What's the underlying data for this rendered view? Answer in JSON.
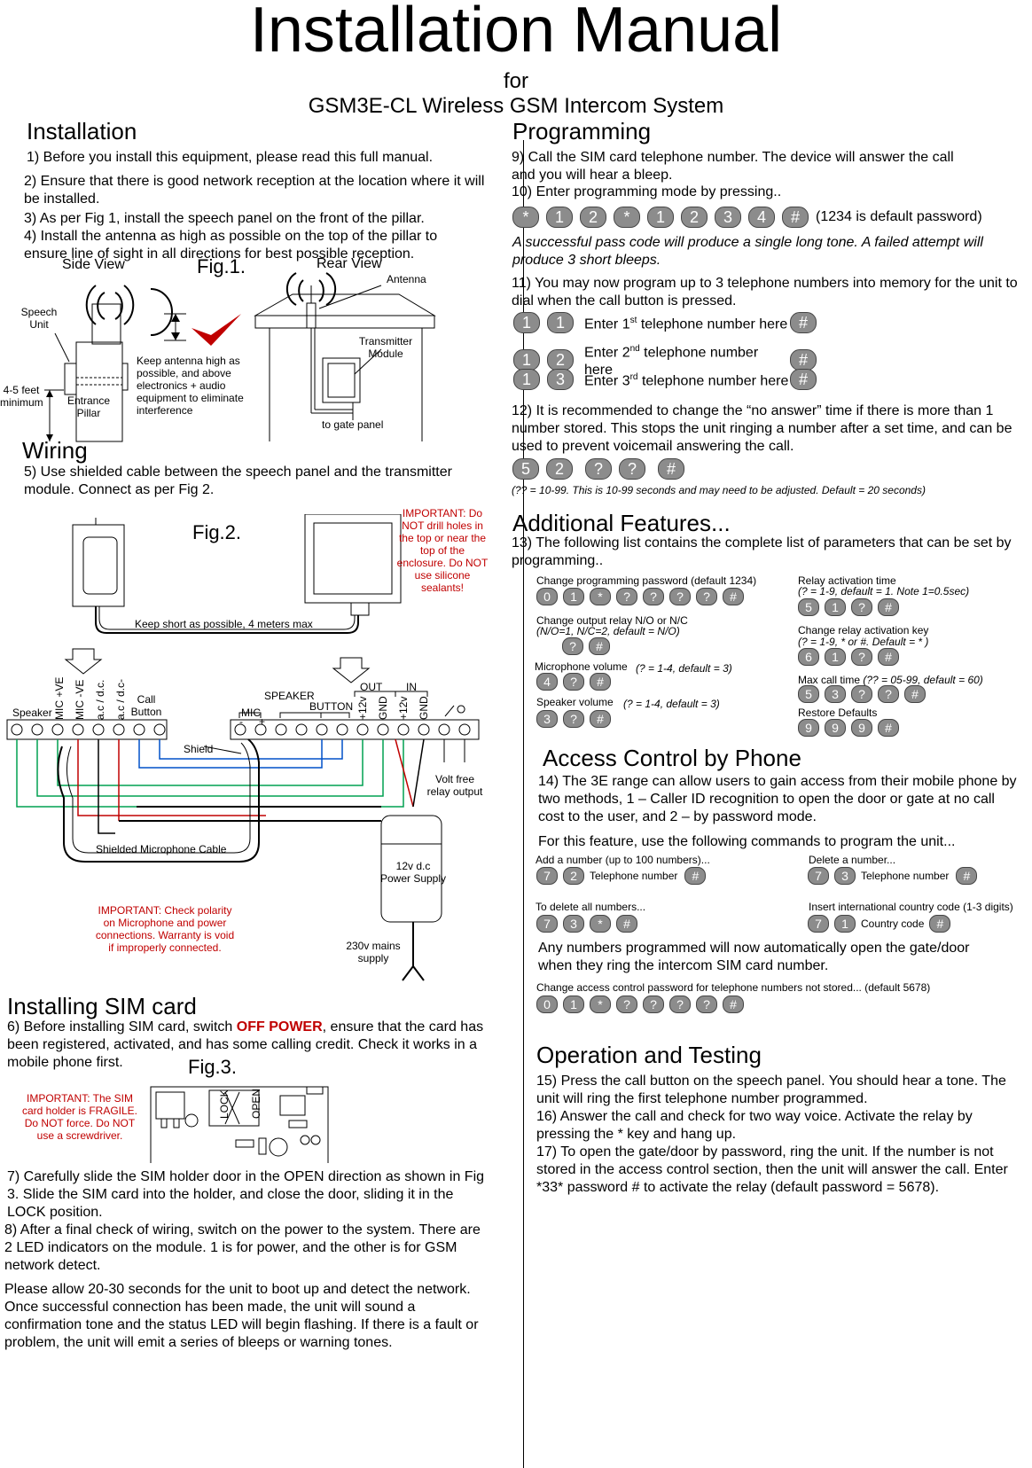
{
  "header": {
    "title": "Installation Manual",
    "for": "for",
    "subtitle": "GSM3E-CL Wireless GSM Intercom System"
  },
  "installation": {
    "heading": "Installation",
    "s1": "1) Before you install this equipment, please read this full manual.",
    "s2": "2) Ensure that there is good network reception at the location where it will be installed.",
    "s3": "3) As per Fig 1, install the speech panel on the front of the pillar.",
    "s4": "4) Install the antenna as high as possible on the top of the pillar to ensure line of sight in all directions for best possible reception."
  },
  "fig1": {
    "label": "Fig.1.",
    "side_view": "Side View",
    "rear_view": "Rear View",
    "antenna": "Antenna",
    "speech_unit": "Speech Unit",
    "entrance_pillar": "Entrance Pillar",
    "height": "4-5 feet minimum",
    "keep_high": "Keep antenna high as possible, and above electronics + audio equipment to eliminate interference",
    "transmitter": "Transmitter Module",
    "to_gate": "to gate panel"
  },
  "wiring": {
    "heading": "Wiring",
    "s5": "5) Use shielded cable between the speech panel and the transmitter module. Connect as per Fig 2."
  },
  "fig2": {
    "label": "Fig.2.",
    "important_top": "IMPORTANT: Do NOT drill holes in the top or near the top of the enclosure. Do NOT use silicone sealants!",
    "keep_short": "Keep short as possible, 4 meters max",
    "speaker": "Speaker",
    "mic_pos": "MIC +VE",
    "mic_neg": "MIC -VE",
    "acdc1": "a.c / d.c.",
    "acdc2": "a.c / d.c-",
    "call_button": "Call Button",
    "mic": "MIC",
    "speaker_lbl": "SPEAKER",
    "button_lbl": "BUTTON",
    "out": "OUT",
    "in": "IN",
    "p12v1": "+12v",
    "gnd1": "GND",
    "p12v2": "+12v",
    "gnd2": "GND",
    "minus": "-",
    "plus": "+",
    "shield": "Shield",
    "volt_free": "Volt free relay output",
    "shielded_cable": "Shielded Microphone Cable",
    "power_supply": "12v d.c Power Supply",
    "mains": "230v mains supply",
    "important_bottom": "IMPORTANT: Check polarity on Microphone and power connections. Warranty is void if improperly connected."
  },
  "sim": {
    "heading": "Installing SIM card",
    "s6_pre": "6) Before installing SIM card, switch ",
    "s6_bold": "OFF POWER",
    "s6_post": ", ensure that the card has been registered, activated, and has some calling credit. Check it works in a mobile phone first.",
    "fig3": "Fig.3.",
    "important": "IMPORTANT: The SIM card holder is FRAGILE. Do NOT force. Do NOT use a screwdriver.",
    "lock": "LOCK",
    "open": "OPEN",
    "s7": "7) Carefully slide the SIM holder door in the OPEN direction as shown in Fig 3. Slide the SIM card into the holder, and close the door, sliding it in the LOCK position.",
    "s8": "8) After a final check of wiring, switch on the power to the system. There are 2 LED indicators on the module. 1 is for power, and the other is for GSM network detect.",
    "p_final": "Please allow 20-30 seconds for the unit to boot up and detect the network. Once successful connection has been made, the unit will sound a confirmation tone and the status LED will begin flashing. If there is a fault or problem, the unit will emit a series of bleeps or warning tones."
  },
  "programming": {
    "heading": "Programming",
    "s9": "9) Call the SIM card telephone number. The device will answer the call and you will hear a bleep.",
    "s10": "10) Enter programming mode by pressing..",
    "keys_prog": [
      "*",
      "1",
      "2",
      "*",
      "1",
      "2",
      "3",
      "4",
      "#"
    ],
    "default_pw": "(1234 is default password)",
    "passnote": "A successful pass code will produce a single long tone. A failed attempt will produce 3 short bleeps.",
    "s11": "11) You may now program up to 3 telephone numbers into memory for the unit to dial when the call button is pressed.",
    "entries": [
      {
        "k1": "1",
        "k2": "1",
        "pre": "Enter 1",
        "sup": "st",
        "post": " telephone number here",
        "end": "#"
      },
      {
        "k1": "1",
        "k2": "2",
        "pre": "Enter 2",
        "sup": "nd",
        "post": " telephone number here",
        "end": "#"
      },
      {
        "k1": "1",
        "k2": "3",
        "pre": "Enter 3",
        "sup": "rd",
        "post": " telephone number here",
        "end": "#"
      }
    ],
    "s12": "12) It is recommended to change the “no answer” time if there is more than 1 number stored. This stops the unit ringing a number after a set time, and can be used to prevent voicemail answering the call.",
    "keys_noanswer": [
      "5",
      "2",
      "?",
      "?",
      "#"
    ],
    "noanswer_note": "(?? = 10-99. This is 10-99 seconds and may need to be adjusted. Default = 20 seconds)"
  },
  "additional": {
    "heading": "Additional Features...",
    "s13": "13) The following list contains the complete list of parameters that can be set by programming..",
    "change_pw": "Change programming password (default 1234)",
    "keys_change_pw": [
      "0",
      "1",
      "*",
      "?",
      "?",
      "?",
      "?",
      "#"
    ],
    "relay_nonc": "Change output relay N/O or N/C",
    "relay_nonc_note": "(N/O=1, N/C=2, default = N/O)",
    "keys_relay_nonc": [
      "?",
      "#"
    ],
    "mic_vol": "Microphone volume",
    "mic_vol_note": "(? = 1-4, default = 3)",
    "keys_mic": [
      "4",
      "?",
      "#"
    ],
    "spk_vol": "Speaker volume",
    "spk_vol_note": "(? = 1-4, default = 3)",
    "keys_spk": [
      "3",
      "?",
      "#"
    ],
    "relay_time": "Relay activation time",
    "relay_time_note": "(? = 1-9, default = 1. Note 1=0.5sec)",
    "keys_relay_time": [
      "5",
      "1",
      "?",
      "#"
    ],
    "relay_key": "Change relay activation key",
    "relay_key_note": "(? = 1-9, * or #. Default = * )",
    "keys_relay_key": [
      "6",
      "1",
      "?",
      "#"
    ],
    "max_call": "Max call time",
    "max_call_note": "(?? = 05-99, default = 60)",
    "keys_max_call": [
      "5",
      "3",
      "?",
      "?",
      "#"
    ],
    "restore": "Restore Defaults",
    "keys_restore": [
      "9",
      "9",
      "9",
      "#"
    ]
  },
  "access": {
    "heading": "Access Control by Phone",
    "s14": "14) The 3E range can allow users to gain access from their mobile phone by two methods, 1 – Caller ID recognition to open the door or gate at no call cost to the user, and 2 – by password mode.",
    "feature": "For this feature, use the following commands to program the unit...",
    "add": "Add a number (up to 100 numbers)...",
    "keys_add": [
      "7",
      "2"
    ],
    "tel1": "Telephone number",
    "end": "#",
    "delete": "Delete a number...",
    "keys_delete": [
      "7",
      "3"
    ],
    "tel2": "Telephone number",
    "delete_all": "To delete all numbers...",
    "keys_delete_all": [
      "7",
      "3",
      "*",
      "#"
    ],
    "intl": "Insert international country code (1-3 digits)",
    "keys_intl": [
      "7",
      "1"
    ],
    "country": "Country code",
    "auto": "Any numbers programmed will now automatically open the gate/door when they ring the intercom SIM card number.",
    "change_access": "Change access control password for telephone numbers not stored... (default 5678)",
    "keys_change_access": [
      "0",
      "1",
      "*",
      "?",
      "?",
      "?",
      "?",
      "#"
    ]
  },
  "operation": {
    "heading": "Operation and Testing",
    "s15": "15) Press the call button on the speech panel. You should hear a tone. The unit will ring the first telephone number programmed.",
    "s16": "16) Answer the call and check for two way voice. Activate the relay by pressing the * key and hang up.",
    "s17": "17) To open the gate/door by password, ring the unit. If the number is not stored in the access control section, then the unit will answer the call. Enter *33* password # to activate the relay (default password = 5678)."
  }
}
